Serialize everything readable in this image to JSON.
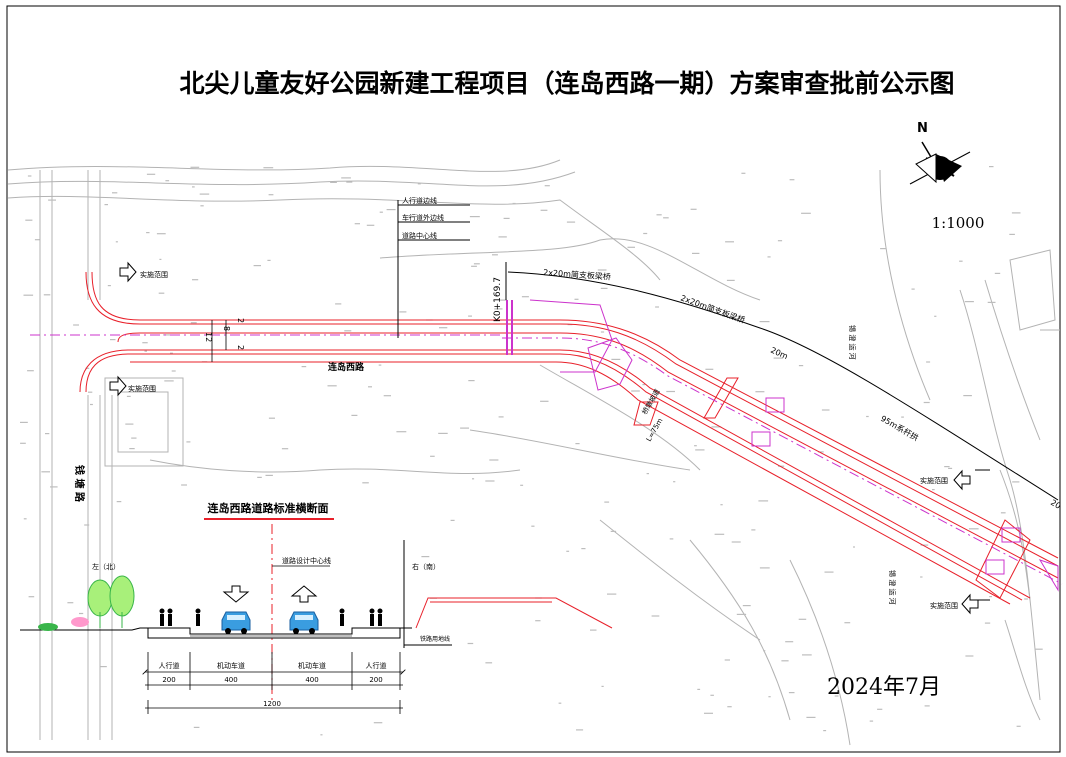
{
  "title": "北尖儿童友好公园新建工程项目（连岛西路一期）方案审查批前公示图",
  "scale": "1:1000",
  "north_label": "N",
  "date": "2024年7月",
  "colors": {
    "road": "#e8202a",
    "centerline": "#cc33cc",
    "base_map": "#b3b3b3"
  },
  "plan": {
    "road_name": "连岛西路",
    "cross_road": "钱 塘 路",
    "chainage": "K0+169.7",
    "widths": [
      "12",
      "8",
      "2",
      "2"
    ],
    "leader_labels": [
      "人行道边线",
      "车行道外边线",
      "道路中心线"
    ],
    "impl_range": "实施范围",
    "bridge_1": "2x20m简支板梁桥",
    "bridge_2": "2x20m简支板梁桥",
    "span_20m": "20m",
    "span_95m": "95m系杆拱",
    "span_20m_b": "20",
    "ramp": "桥墩坡道",
    "ramp_length": "L=75m",
    "river": "锡 澄 运 河"
  },
  "section": {
    "title": "连岛西路道路标准横断面",
    "left_label": "左（北）",
    "right_label": "右（南）",
    "centerline": "道路设计中心线",
    "rail_edge": "铁路用地线",
    "parts": [
      {
        "name": "人行道",
        "width": "200"
      },
      {
        "name": "机动车道",
        "width": "400"
      },
      {
        "name": "机动车道",
        "width": "400"
      },
      {
        "name": "人行道",
        "width": "200"
      }
    ],
    "total": "1200"
  }
}
